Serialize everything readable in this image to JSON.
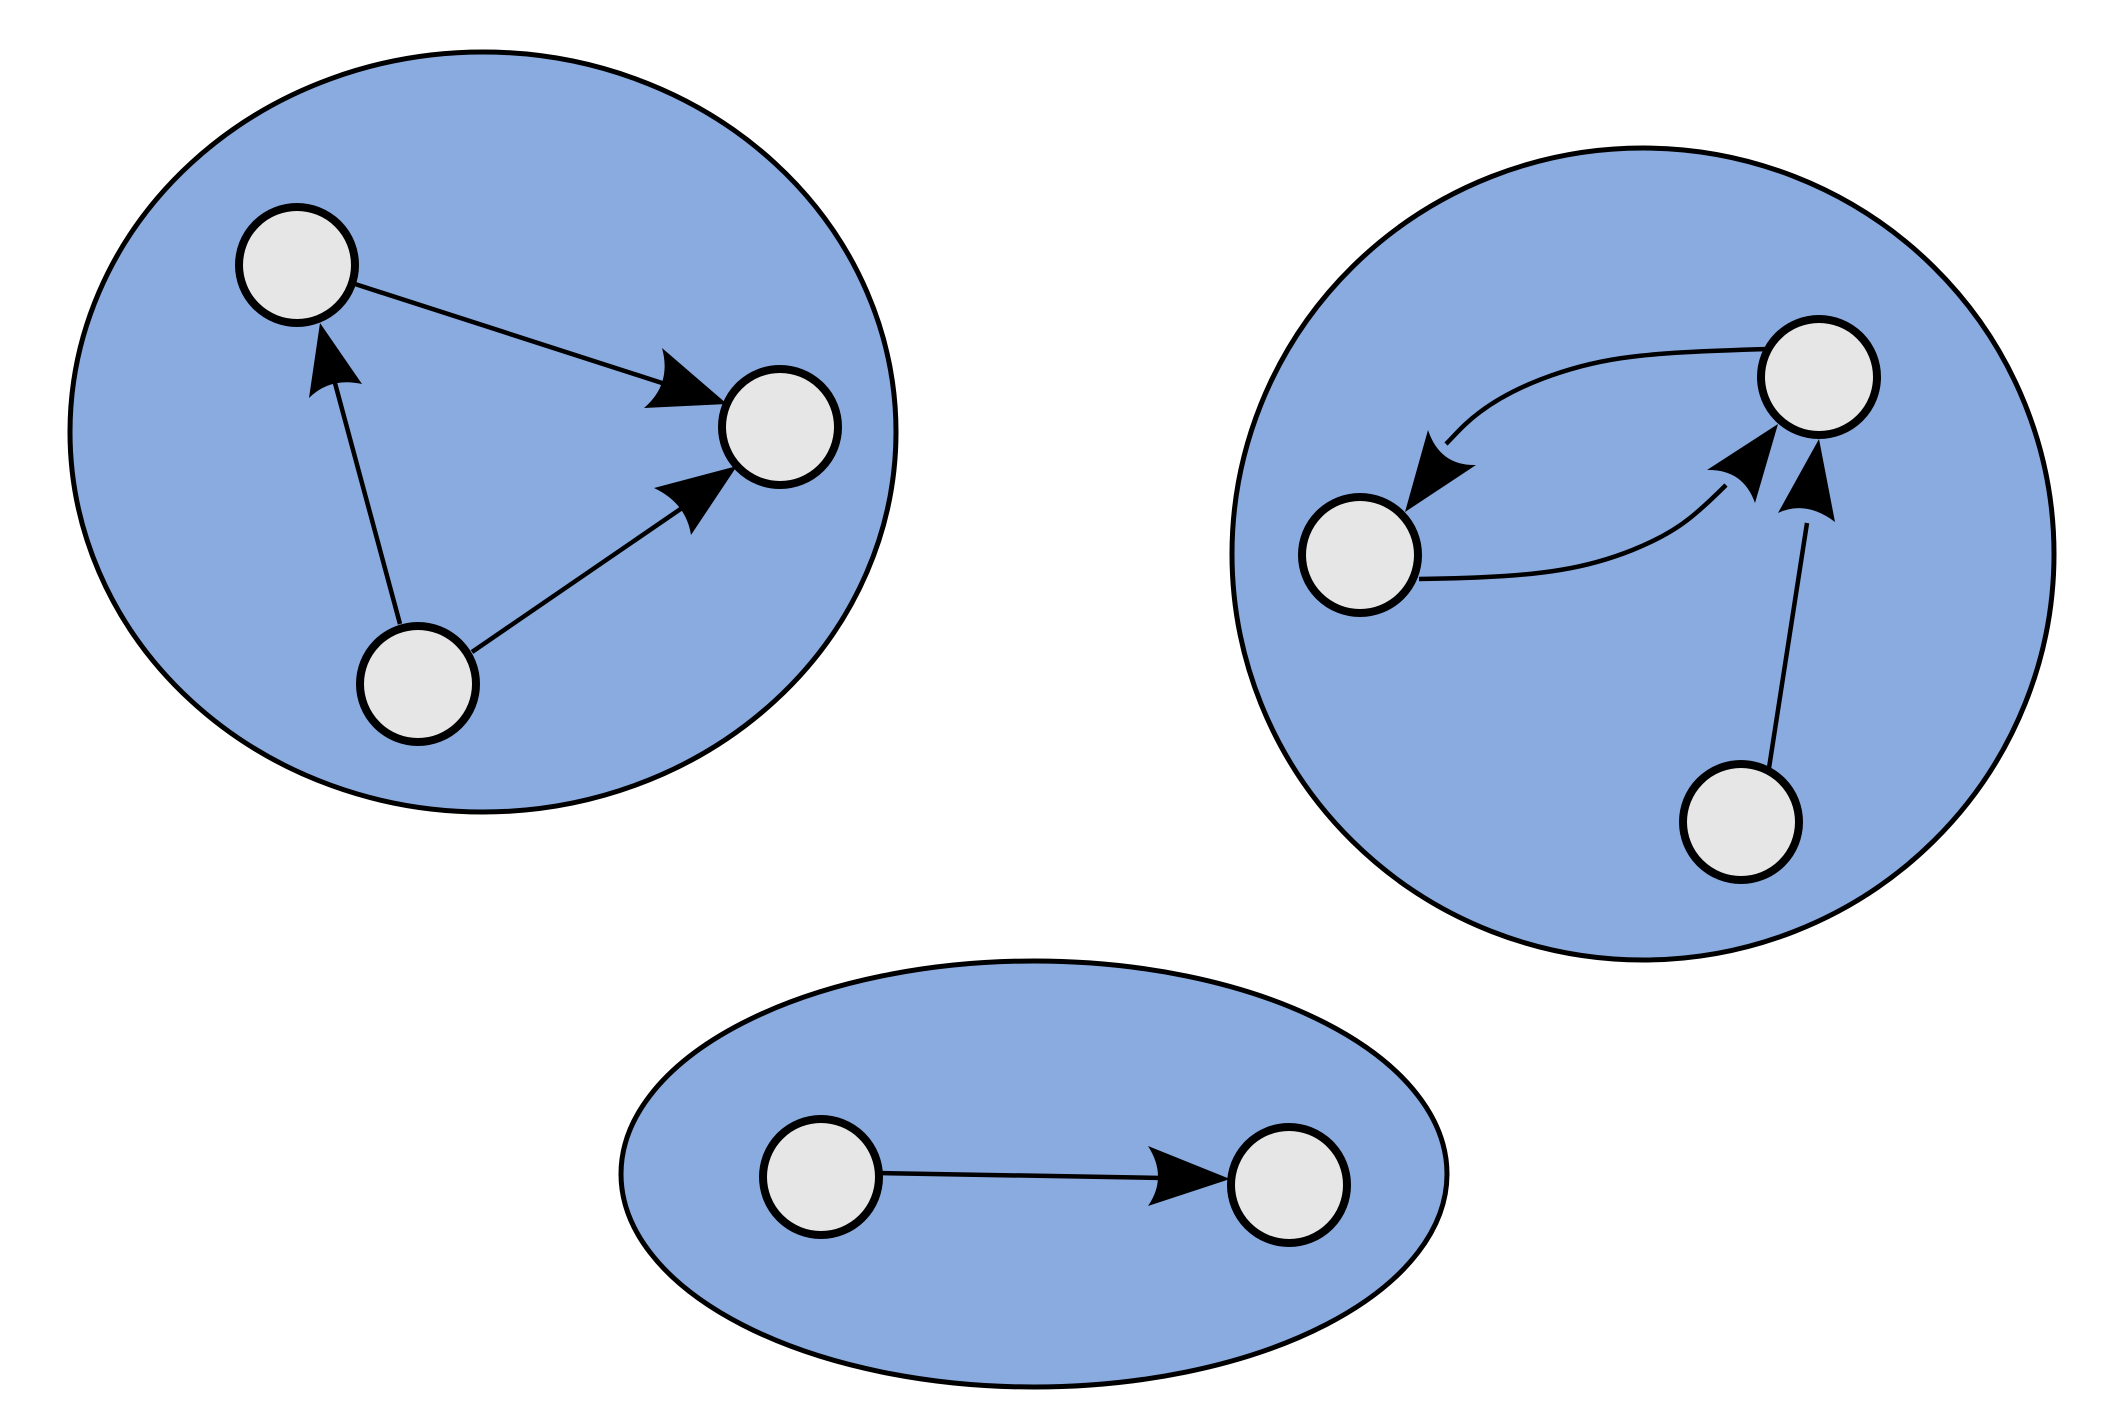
{
  "diagram": {
    "type": "directed-graph-clusters",
    "colors": {
      "cluster_fill": "#8aabdf",
      "node_fill": "#e6e6e6",
      "stroke": "#000000",
      "background": "#ffffff"
    },
    "clusters": [
      {
        "id": "cluster-a",
        "nodes": [
          "a1",
          "a2",
          "a3"
        ],
        "edges": [
          {
            "from": "a1",
            "to": "a2"
          },
          {
            "from": "a3",
            "to": "a1"
          },
          {
            "from": "a3",
            "to": "a2"
          }
        ]
      },
      {
        "id": "cluster-b",
        "nodes": [
          "b1",
          "b2",
          "b3"
        ],
        "edges": [
          {
            "from": "b1",
            "to": "b2",
            "curved": true
          },
          {
            "from": "b2",
            "to": "b1",
            "curved": true
          },
          {
            "from": "b3",
            "to": "b1"
          }
        ]
      },
      {
        "id": "cluster-c",
        "nodes": [
          "c1",
          "c2"
        ],
        "edges": [
          {
            "from": "c1",
            "to": "c2"
          }
        ]
      }
    ]
  }
}
